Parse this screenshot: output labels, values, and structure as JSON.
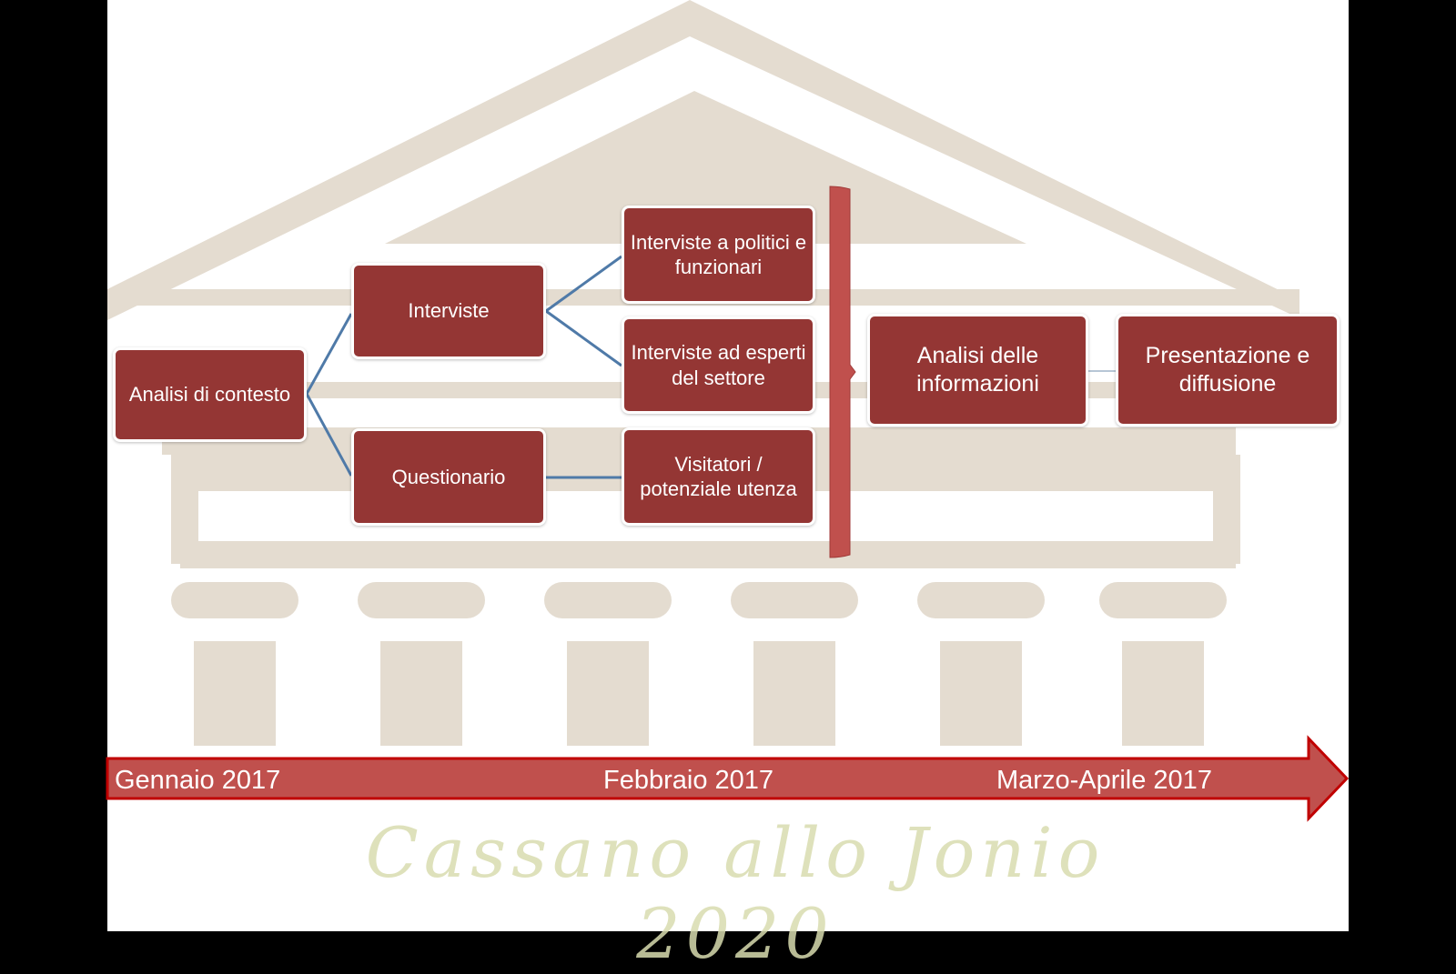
{
  "diagram": {
    "root": "Analisi di contesto",
    "branches": [
      {
        "label": "Interviste",
        "children": [
          "Interviste a politici e funzionari",
          "Interviste ad esperti del settore"
        ]
      },
      {
        "label": "Questionario",
        "children": [
          "Visitatori / potenziale utenza"
        ]
      }
    ],
    "analysis": "Analisi delle informazioni",
    "final": "Presentazione e diffusione"
  },
  "timeline": {
    "labels": [
      "Gennaio 2017",
      "Febbraio 2017",
      "Marzo-Aprile 2017"
    ]
  },
  "watermark": "Cassano allo Jonio 2020",
  "colors": {
    "box": "#943634",
    "timeline_arrow": "#c0504d",
    "timeline_border": "#c00000",
    "connector": "#4f7aa8",
    "temple": "#e4dcd0"
  }
}
